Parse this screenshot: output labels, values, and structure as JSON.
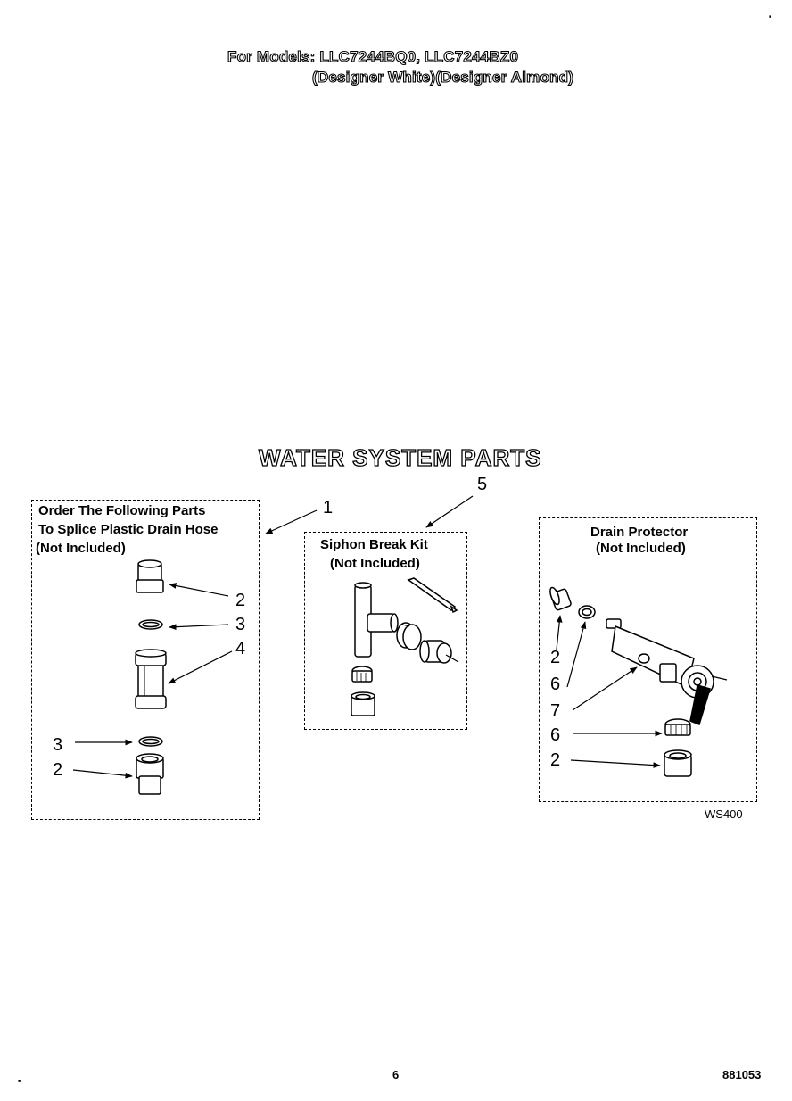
{
  "header": {
    "line1": "For Models: LLC7244BQ0, LLC7244BZ0",
    "line2": "(Designer White)(Designer Almond)"
  },
  "title": "WATER SYSTEM PARTS",
  "groups": {
    "splice": {
      "line1": "Order The Following Parts",
      "line2": "To Splice Plastic Drain Hose",
      "line3": "(Not Included)"
    },
    "siphon": {
      "line1": "Siphon Break Kit",
      "line2": "(Not Included)"
    },
    "drain": {
      "line1": "Drain Protector",
      "line2": "(Not Included)"
    }
  },
  "callouts": {
    "splice_group": "1",
    "splice_top_connector": "2",
    "splice_top_clamp": "3",
    "splice_tube": "4",
    "splice_bottom_clamp": "3",
    "splice_bottom_connector": "2",
    "siphon_group": "5",
    "drain_top_connector": "2",
    "drain_body": "6",
    "drain_lever": "7",
    "drain_clamp": "6",
    "drain_bottom_connector": "2"
  },
  "figure_code": "WS400",
  "footer": {
    "page": "6",
    "doc_number": "881053"
  },
  "corner_marks": {
    "top_right": "■",
    "bottom_left": "■"
  },
  "colors": {
    "ink": "#000000",
    "paper": "#ffffff"
  }
}
